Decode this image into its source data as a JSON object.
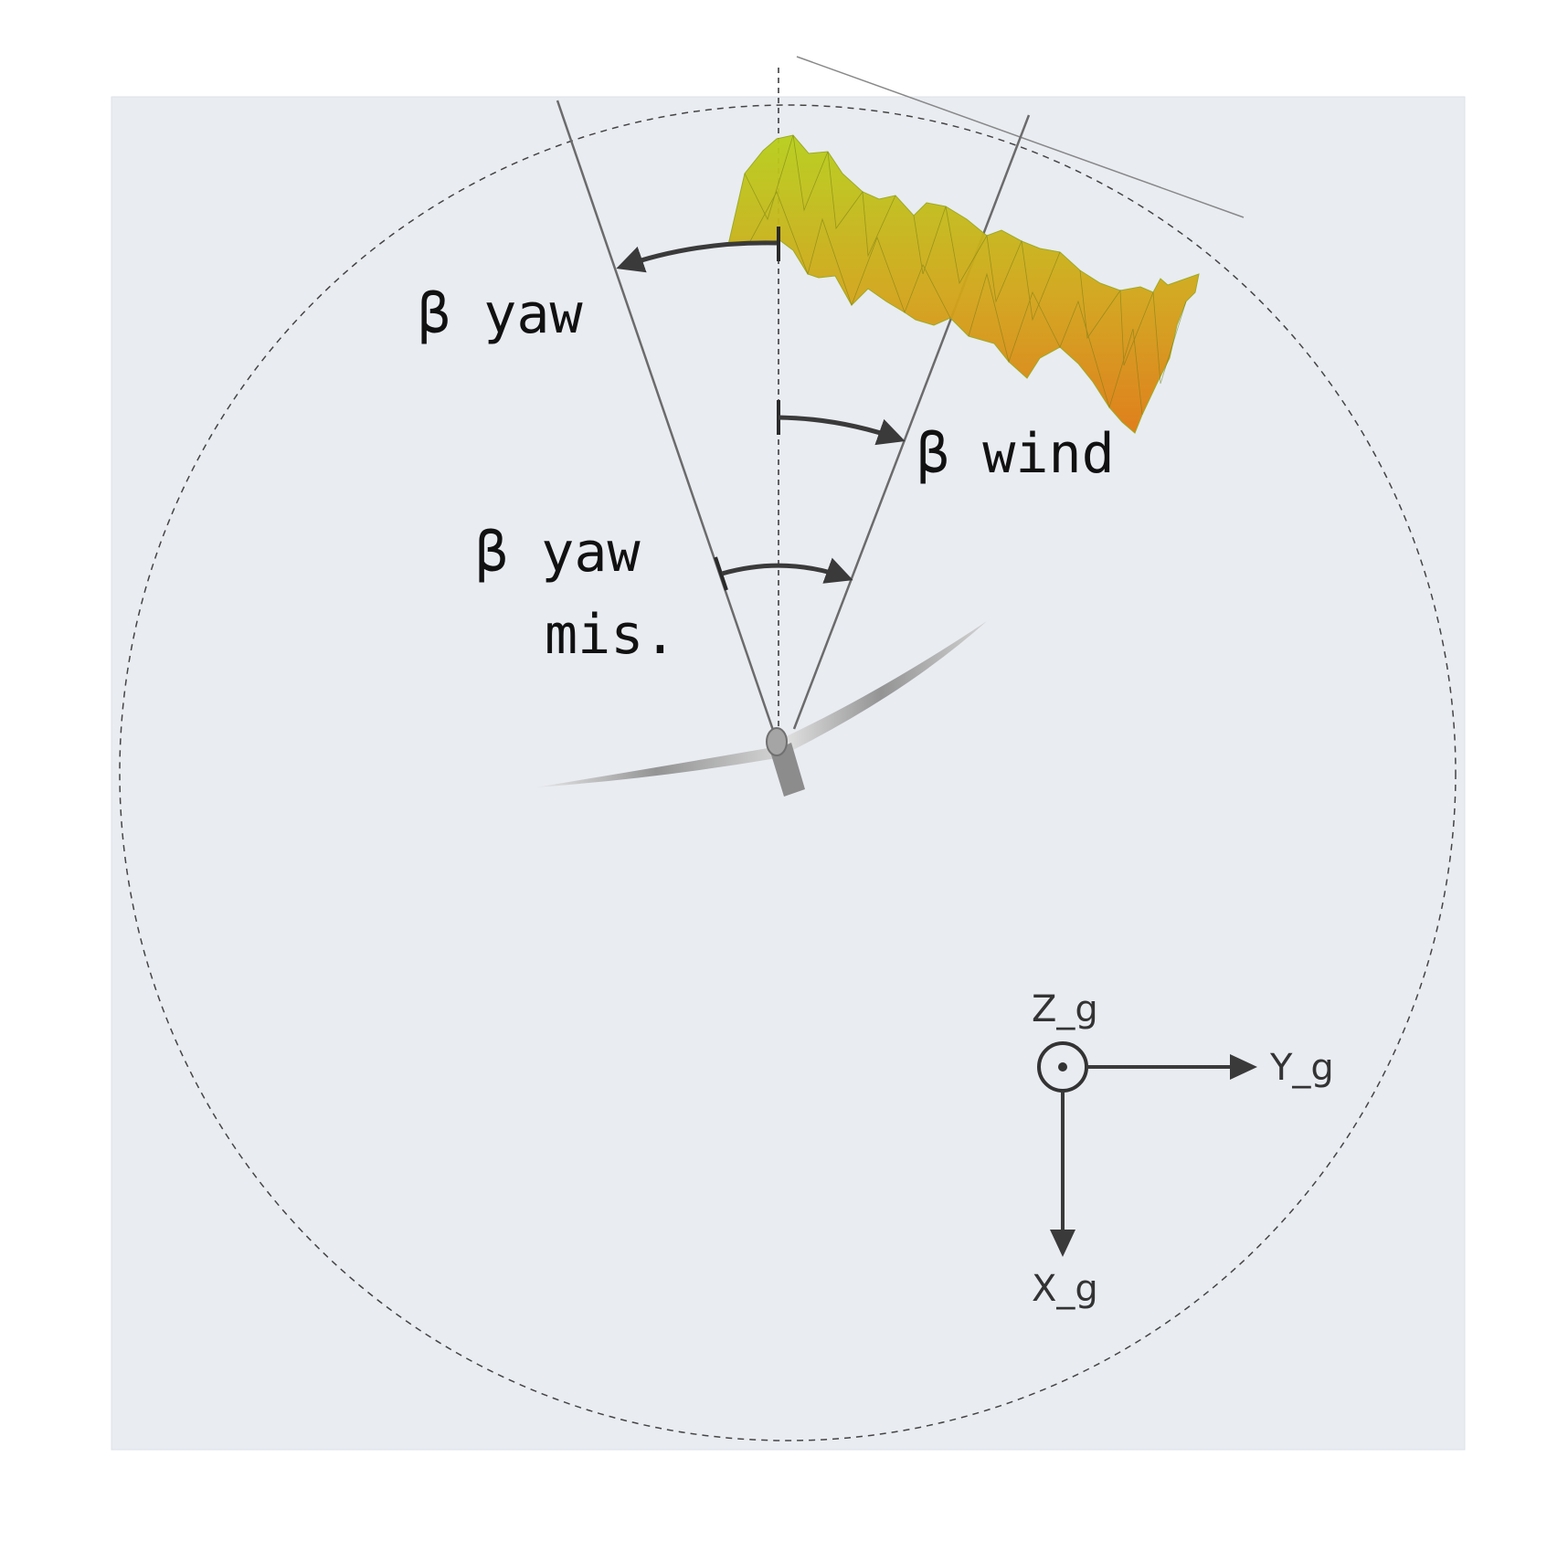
{
  "labels": {
    "yaw": "β yaw",
    "wind": "β wind",
    "yaw_mis_line1": "β yaw",
    "yaw_mis_line2": "mis."
  },
  "axes": {
    "z": "Z_g",
    "y": "Y_g",
    "x": "X_g"
  },
  "colors": {
    "panel": "#e9ecf1",
    "line": "#6b6b6b",
    "arrow": "#3a3a3a",
    "dashed": "#444444",
    "wind_top": "#b7cf1a",
    "wind_bottom": "#e07a12"
  },
  "icons": {
    "turbine": "wind-turbine-top-view-icon",
    "wind_field": "turbulent-wind-surface-icon",
    "z_axis": "out-of-plane-dot-icon"
  }
}
